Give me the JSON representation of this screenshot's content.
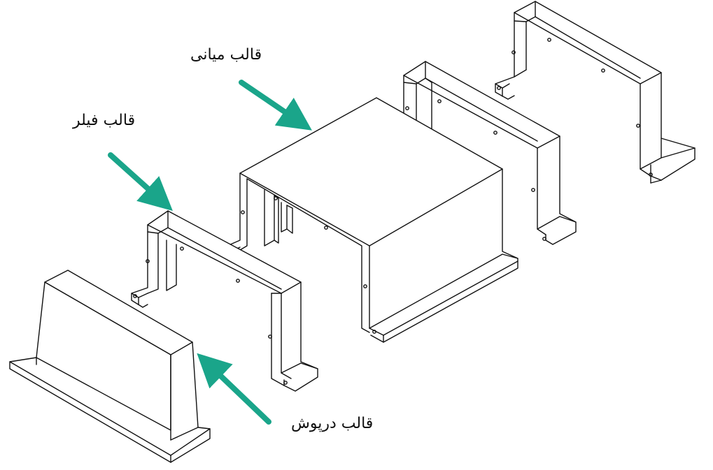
{
  "labels": {
    "middle_mold": "قالب میانی",
    "filler_mold": "قالب فیلر",
    "door_mold": "قالب درپوش"
  },
  "colors": {
    "arrow": "#1aa58a",
    "line": "#111111",
    "background": "#ffffff"
  }
}
